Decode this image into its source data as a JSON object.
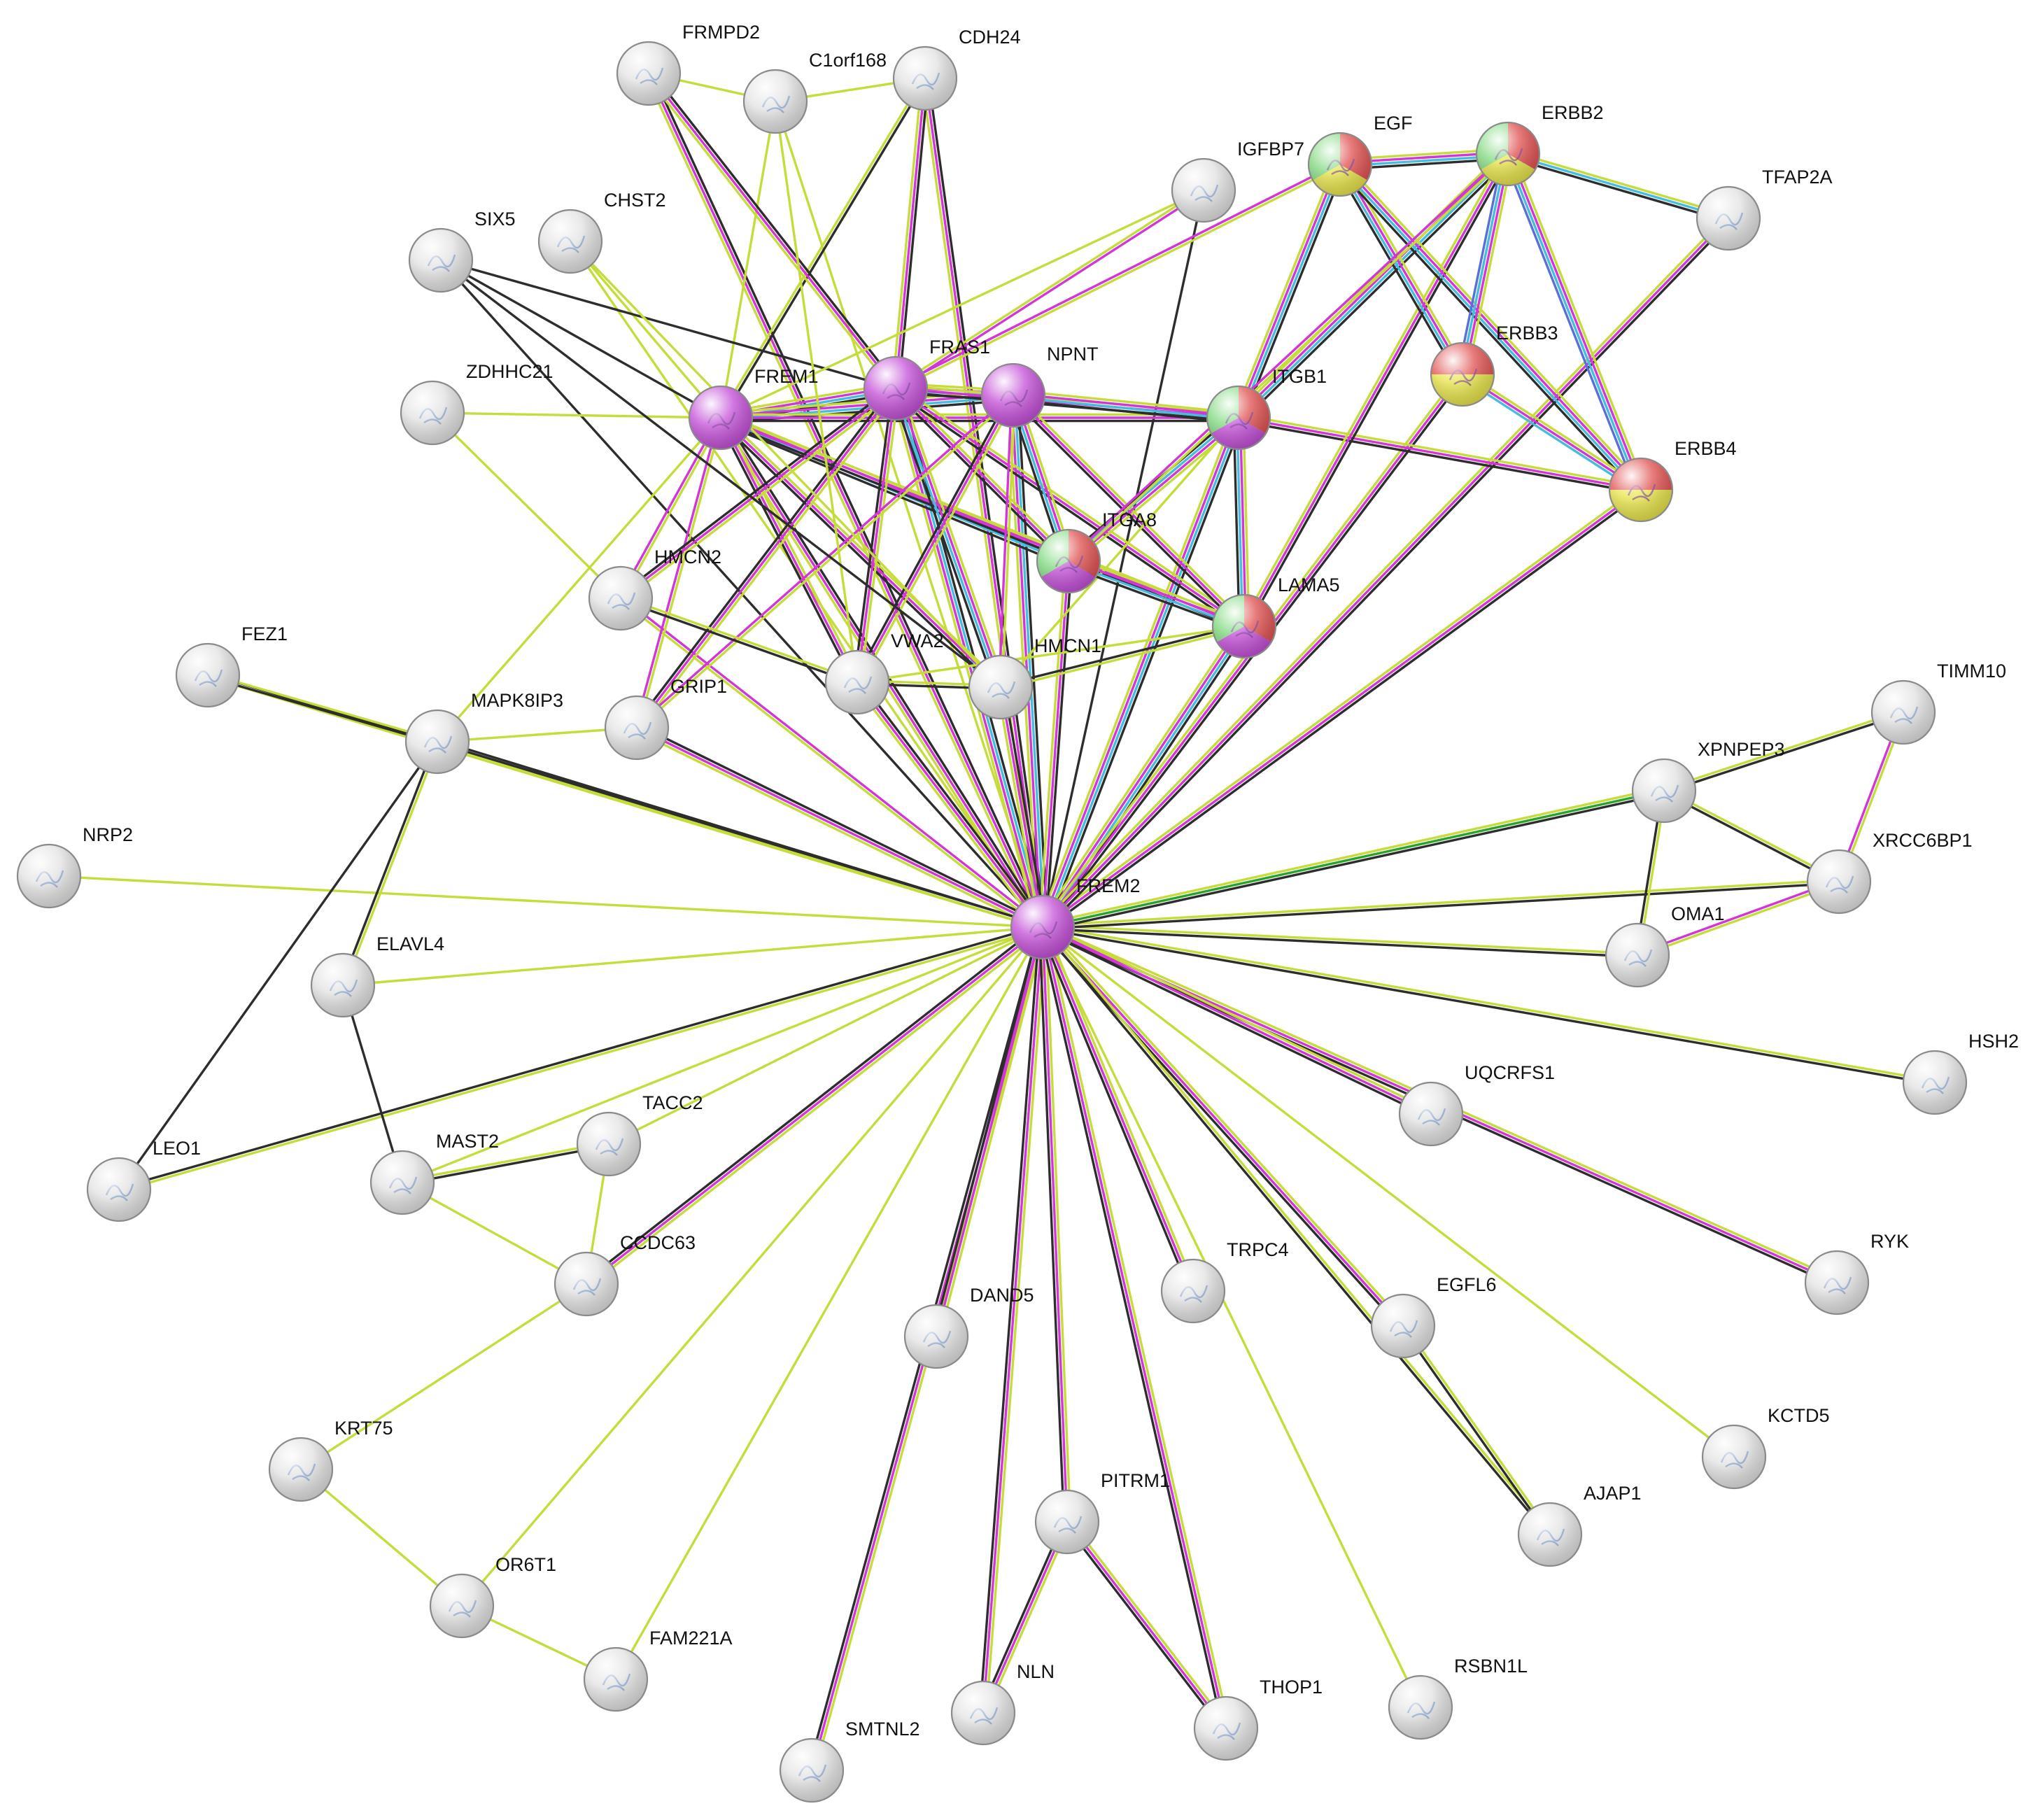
{
  "colors": {
    "textmining": "#c6dc3a",
    "coexpression": "#2d2d2d",
    "experiments": "#d236d6",
    "databases": "#44bde0",
    "cooccurrence": "#5a6fd8",
    "neighborhood": "#2aa32a",
    "node_gray": "#e2e2e2",
    "node_magenta": "#c44fd8",
    "node_red": "#e05050",
    "node_yellow": "#e8e44a",
    "node_green": "#7ed87e"
  },
  "nodes": [
    {
      "id": "FREM2",
      "label": "FREM2",
      "color": "node_magenta"
    },
    {
      "id": "FREM1",
      "label": "FREM1",
      "color": "node_magenta"
    },
    {
      "id": "FRAS1",
      "label": "FRAS1",
      "color": "node_magenta"
    },
    {
      "id": "NPNT",
      "label": "NPNT",
      "color": "node_magenta"
    },
    {
      "id": "ITGB1",
      "label": "ITGB1",
      "pie": [
        "node_red",
        "node_magenta",
        "node_green"
      ]
    },
    {
      "id": "ITGA8",
      "label": "ITGA8",
      "pie": [
        "node_red",
        "node_magenta",
        "node_green"
      ]
    },
    {
      "id": "LAMA5",
      "label": "LAMA5",
      "pie": [
        "node_red",
        "node_magenta",
        "node_green"
      ]
    },
    {
      "id": "EGF",
      "label": "EGF",
      "pie": [
        "node_red",
        "node_yellow",
        "node_green"
      ]
    },
    {
      "id": "ERBB2",
      "label": "ERBB2",
      "pie": [
        "node_red",
        "node_yellow",
        "node_green"
      ]
    },
    {
      "id": "ERBB3",
      "label": "ERBB3",
      "pie": [
        "node_red",
        "node_yellow"
      ]
    },
    {
      "id": "ERBB4",
      "label": "ERBB4",
      "pie": [
        "node_red",
        "node_yellow"
      ]
    },
    {
      "id": "FRMPD2",
      "label": "FRMPD2",
      "color": "node_gray"
    },
    {
      "id": "C1orf168",
      "label": "C1orf168",
      "color": "node_gray"
    },
    {
      "id": "CDH24",
      "label": "CDH24",
      "color": "node_gray"
    },
    {
      "id": "IGFBP7",
      "label": "IGFBP7",
      "color": "node_gray"
    },
    {
      "id": "TFAP2A",
      "label": "TFAP2A",
      "color": "node_gray"
    },
    {
      "id": "SIX5",
      "label": "SIX5",
      "color": "node_gray"
    },
    {
      "id": "CHST2",
      "label": "CHST2",
      "color": "node_gray"
    },
    {
      "id": "ZDHHC21",
      "label": "ZDHHC21",
      "color": "node_gray"
    },
    {
      "id": "HMCN2",
      "label": "HMCN2",
      "color": "node_gray"
    },
    {
      "id": "FEZ1",
      "label": "FEZ1",
      "color": "node_gray"
    },
    {
      "id": "MAPK8IP3",
      "label": "MAPK8IP3",
      "color": "node_gray"
    },
    {
      "id": "GRIP1",
      "label": "GRIP1",
      "color": "node_gray"
    },
    {
      "id": "VWA2",
      "label": "VWA2",
      "color": "node_gray"
    },
    {
      "id": "HMCN1",
      "label": "HMCN1",
      "color": "node_gray"
    },
    {
      "id": "TIMM10",
      "label": "TIMM10",
      "color": "node_gray"
    },
    {
      "id": "XPNPEP3",
      "label": "XPNPEP3",
      "color": "node_gray"
    },
    {
      "id": "XRCC6BP1",
      "label": "XRCC6BP1",
      "color": "node_gray"
    },
    {
      "id": "OMA1",
      "label": "OMA1",
      "color": "node_gray"
    },
    {
      "id": "NRP2",
      "label": "NRP2",
      "color": "node_gray"
    },
    {
      "id": "ELAVL4",
      "label": "ELAVL4",
      "color": "node_gray"
    },
    {
      "id": "HSH2",
      "label": "HSH2",
      "color": "node_gray"
    },
    {
      "id": "UQCRFS1",
      "label": "UQCRFS1",
      "color": "node_gray"
    },
    {
      "id": "LEO1",
      "label": "LEO1",
      "color": "node_gray"
    },
    {
      "id": "MAST2",
      "label": "MAST2",
      "color": "node_gray"
    },
    {
      "id": "TACC2",
      "label": "TACC2",
      "color": "node_gray"
    },
    {
      "id": "CCDC63",
      "label": "CCDC63",
      "color": "node_gray"
    },
    {
      "id": "RYK",
      "label": "RYK",
      "color": "node_gray"
    },
    {
      "id": "TRPC4",
      "label": "TRPC4",
      "color": "node_gray"
    },
    {
      "id": "EGFL6",
      "label": "EGFL6",
      "color": "node_gray"
    },
    {
      "id": "DAND5",
      "label": "DAND5",
      "color": "node_gray"
    },
    {
      "id": "KCTD5",
      "label": "KCTD5",
      "color": "node_gray"
    },
    {
      "id": "KRT75",
      "label": "KRT75",
      "color": "node_gray"
    },
    {
      "id": "PITRM1",
      "label": "PITRM1",
      "color": "node_gray"
    },
    {
      "id": "AJAP1",
      "label": "AJAP1",
      "color": "node_gray"
    },
    {
      "id": "OR6T1",
      "label": "OR6T1",
      "color": "node_gray"
    },
    {
      "id": "FAM221A",
      "label": "FAM221A",
      "color": "node_gray"
    },
    {
      "id": "NLN",
      "label": "NLN",
      "color": "node_gray"
    },
    {
      "id": "THOP1",
      "label": "THOP1",
      "color": "node_gray"
    },
    {
      "id": "RSBN1L",
      "label": "RSBN1L",
      "color": "node_gray"
    },
    {
      "id": "SMTNL2",
      "label": "SMTNL2",
      "color": "node_gray"
    }
  ],
  "edges": [
    [
      "FREM2",
      "FRMPD2",
      [
        "textmining",
        "experiments",
        "coexpression"
      ]
    ],
    [
      "FREM2",
      "C1orf168",
      [
        "textmining"
      ]
    ],
    [
      "FREM2",
      "CDH24",
      [
        "textmining",
        "experiments",
        "coexpression"
      ]
    ],
    [
      "FREM2",
      "IGFBP7",
      [
        "coexpression"
      ]
    ],
    [
      "FREM2",
      "SIX5",
      [
        "coexpression"
      ]
    ],
    [
      "FREM2",
      "CHST2",
      [
        "textmining"
      ]
    ],
    [
      "FREM2",
      "FREM1",
      [
        "textmining",
        "experiments",
        "coexpression"
      ]
    ],
    [
      "FREM2",
      "FRAS1",
      [
        "textmining",
        "experiments",
        "databases",
        "coexpression"
      ]
    ],
    [
      "FREM2",
      "NPNT",
      [
        "textmining",
        "experiments",
        "databases",
        "coexpression"
      ]
    ],
    [
      "FREM2",
      "ITGB1",
      [
        "textmining",
        "experiments",
        "databases",
        "coexpression"
      ]
    ],
    [
      "FREM2",
      "ITGA8",
      [
        "textmining",
        "experiments",
        "coexpression"
      ]
    ],
    [
      "FREM2",
      "LAMA5",
      [
        "textmining",
        "experiments",
        "databases",
        "coexpression"
      ]
    ],
    [
      "FREM2",
      "ERBB3",
      [
        "textmining",
        "experiments",
        "coexpression"
      ]
    ],
    [
      "FREM2",
      "ERBB4",
      [
        "textmining",
        "experiments",
        "coexpression"
      ]
    ],
    [
      "FREM2",
      "TFAP2A",
      [
        "textmining",
        "experiments",
        "coexpression"
      ]
    ],
    [
      "FREM2",
      "HMCN2",
      [
        "textmining",
        "experiments"
      ]
    ],
    [
      "FREM2",
      "HMCN1",
      [
        "textmining",
        "experiments",
        "coexpression"
      ]
    ],
    [
      "FREM2",
      "VWA2",
      [
        "textmining",
        "experiments",
        "coexpression"
      ]
    ],
    [
      "FREM2",
      "GRIP1",
      [
        "textmining",
        "experiments",
        "coexpression"
      ]
    ],
    [
      "FREM2",
      "MAPK8IP3",
      [
        "textmining",
        "coexpression"
      ]
    ],
    [
      "FREM2",
      "FEZ1",
      [
        "textmining",
        "coexpression"
      ]
    ],
    [
      "FREM2",
      "NRP2",
      [
        "textmining"
      ]
    ],
    [
      "FREM2",
      "ELAVL4",
      [
        "textmining"
      ]
    ],
    [
      "FREM2",
      "LEO1",
      [
        "textmining",
        "coexpression"
      ]
    ],
    [
      "FREM2",
      "MAST2",
      [
        "textmining"
      ]
    ],
    [
      "FREM2",
      "TACC2",
      [
        "textmining"
      ]
    ],
    [
      "FREM2",
      "CCDC63",
      [
        "textmining",
        "experiments",
        "coexpression"
      ]
    ],
    [
      "FREM2",
      "OR6T1",
      [
        "textmining"
      ]
    ],
    [
      "FREM2",
      "FAM221A",
      [
        "textmining"
      ]
    ],
    [
      "FREM2",
      "SMTNL2",
      [
        "textmining",
        "experiments",
        "coexpression"
      ]
    ],
    [
      "FREM2",
      "DAND5",
      [
        "textmining",
        "experiments",
        "coexpression"
      ]
    ],
    [
      "FREM2",
      "NLN",
      [
        "textmining",
        "experiments",
        "coexpression"
      ]
    ],
    [
      "FREM2",
      "PITRM1",
      [
        "textmining",
        "experiments",
        "coexpression"
      ]
    ],
    [
      "FREM2",
      "THOP1",
      [
        "textmining",
        "experiments",
        "coexpression"
      ]
    ],
    [
      "FREM2",
      "TRPC4",
      [
        "textmining",
        "experiments",
        "coexpression"
      ]
    ],
    [
      "FREM2",
      "RSBN1L",
      [
        "textmining"
      ]
    ],
    [
      "FREM2",
      "EGFL6",
      [
        "textmining",
        "experiments",
        "coexpression"
      ]
    ],
    [
      "FREM2",
      "AJAP1",
      [
        "textmining",
        "coexpression"
      ]
    ],
    [
      "FREM2",
      "KCTD5",
      [
        "textmining"
      ]
    ],
    [
      "FREM2",
      "RYK",
      [
        "textmining",
        "experiments",
        "coexpression"
      ]
    ],
    [
      "FREM2",
      "UQCRFS1",
      [
        "textmining",
        "experiments",
        "coexpression"
      ]
    ],
    [
      "FREM2",
      "HSH2",
      [
        "textmining",
        "coexpression"
      ]
    ],
    [
      "FREM2",
      "OMA1",
      [
        "textmining",
        "coexpression"
      ]
    ],
    [
      "FREM2",
      "XRCC6BP1",
      [
        "textmining",
        "coexpression"
      ]
    ],
    [
      "FREM2",
      "XPNPEP3",
      [
        "textmining",
        "neighborhood",
        "coexpression"
      ]
    ],
    [
      "FREM1",
      "FRAS1",
      [
        "textmining",
        "experiments",
        "databases",
        "coexpression"
      ]
    ],
    [
      "FREM1",
      "NPNT",
      [
        "textmining",
        "experiments",
        "databases",
        "coexpression"
      ]
    ],
    [
      "FREM1",
      "ITGB1",
      [
        "textmining",
        "experiments",
        "coexpression"
      ]
    ],
    [
      "FREM1",
      "ITGA8",
      [
        "textmining",
        "experiments",
        "databases",
        "coexpression"
      ]
    ],
    [
      "FREM1",
      "LAMA5",
      [
        "textmining",
        "experiments",
        "coexpression"
      ]
    ],
    [
      "FREM1",
      "CDH24",
      [
        "textmining",
        "coexpression"
      ]
    ],
    [
      "FREM1",
      "C1orf168",
      [
        "textmining"
      ]
    ],
    [
      "FREM1",
      "SIX5",
      [
        "coexpression"
      ]
    ],
    [
      "FREM1",
      "CHST2",
      [
        "textmining"
      ]
    ],
    [
      "FREM1",
      "ZDHHC21",
      [
        "textmining"
      ]
    ],
    [
      "FREM1",
      "HMCN2",
      [
        "textmining",
        "experiments"
      ]
    ],
    [
      "FREM1",
      "HMCN1",
      [
        "textmining",
        "experiments",
        "coexpression"
      ]
    ],
    [
      "FREM1",
      "VWA2",
      [
        "textmining",
        "experiments",
        "coexpression"
      ]
    ],
    [
      "FREM1",
      "GRIP1",
      [
        "textmining",
        "experiments"
      ]
    ],
    [
      "FREM1",
      "MAPK8IP3",
      [
        "textmining"
      ]
    ],
    [
      "FRAS1",
      "NPNT",
      [
        "textmining",
        "experiments",
        "databases",
        "coexpression"
      ]
    ],
    [
      "FRAS1",
      "ITGB1",
      [
        "textmining",
        "experiments",
        "coexpression"
      ]
    ],
    [
      "FRAS1",
      "ITGA8",
      [
        "textmining",
        "experiments",
        "coexpression"
      ]
    ],
    [
      "FRAS1",
      "LAMA5",
      [
        "textmining",
        "experiments",
        "coexpression"
      ]
    ],
    [
      "FRAS1",
      "CDH24",
      [
        "textmining",
        "experiments",
        "coexpression"
      ]
    ],
    [
      "FRAS1",
      "FRMPD2",
      [
        "textmining",
        "experiments",
        "coexpression"
      ]
    ],
    [
      "FRAS1",
      "IGFBP7",
      [
        "textmining",
        "experiments"
      ]
    ],
    [
      "FRAS1",
      "SIX5",
      [
        "coexpression"
      ]
    ],
    [
      "FRAS1",
      "HMCN2",
      [
        "textmining",
        "experiments",
        "coexpression"
      ]
    ],
    [
      "FRAS1",
      "HMCN1",
      [
        "textmining",
        "experiments",
        "databases",
        "coexpression"
      ]
    ],
    [
      "FRAS1",
      "VWA2",
      [
        "textmining",
        "experiments",
        "coexpression"
      ]
    ],
    [
      "FRAS1",
      "GRIP1",
      [
        "textmining",
        "experiments",
        "coexpression"
      ]
    ],
    [
      "NPNT",
      "ITGB1",
      [
        "textmining",
        "experiments",
        "databases",
        "coexpression"
      ]
    ],
    [
      "NPNT",
      "ITGA8",
      [
        "textmining",
        "experiments",
        "databases",
        "coexpression"
      ]
    ],
    [
      "NPNT",
      "LAMA5",
      [
        "textmining",
        "experiments",
        "coexpression"
      ]
    ],
    [
      "NPNT",
      "VWA2",
      [
        "textmining",
        "experiments",
        "coexpression"
      ]
    ],
    [
      "NPNT",
      "HMCN1",
      [
        "textmining",
        "experiments"
      ]
    ],
    [
      "NPNT",
      "GRIP1",
      [
        "textmining",
        "experiments"
      ]
    ],
    [
      "ITGB1",
      "ITGA8",
      [
        "textmining",
        "experiments",
        "databases",
        "coexpression"
      ]
    ],
    [
      "ITGB1",
      "LAMA5",
      [
        "textmining",
        "experiments",
        "databases",
        "coexpression"
      ]
    ],
    [
      "ITGB1",
      "EGF",
      [
        "textmining",
        "experiments",
        "databases",
        "coexpression"
      ]
    ],
    [
      "ITGB1",
      "ERBB2",
      [
        "textmining",
        "experiments",
        "databases",
        "coexpression"
      ]
    ],
    [
      "ITGB1",
      "ERBB4",
      [
        "textmining",
        "experiments",
        "coexpression"
      ]
    ],
    [
      "ITGB1",
      "HMCN1",
      [
        "textmining"
      ]
    ],
    [
      "ITGA8",
      "LAMA5",
      [
        "textmining",
        "experiments",
        "databases",
        "coexpression"
      ]
    ],
    [
      "LAMA5",
      "ERBB2",
      [
        "textmining",
        "experiments",
        "coexpression"
      ]
    ],
    [
      "LAMA5",
      "HMCN1",
      [
        "textmining",
        "coexpression"
      ]
    ],
    [
      "EGF",
      "ERBB2",
      [
        "textmining",
        "experiments",
        "databases",
        "coexpression"
      ]
    ],
    [
      "EGF",
      "ERBB3",
      [
        "textmining",
        "experiments",
        "databases",
        "coexpression"
      ]
    ],
    [
      "EGF",
      "ERBB4",
      [
        "textmining",
        "experiments",
        "databases",
        "coexpression"
      ]
    ],
    [
      "ERBB2",
      "ERBB3",
      [
        "textmining",
        "experiments",
        "databases",
        "cooccurrence"
      ]
    ],
    [
      "ERBB2",
      "ERBB4",
      [
        "textmining",
        "experiments",
        "databases",
        "cooccurrence"
      ]
    ],
    [
      "ERBB2",
      "TFAP2A",
      [
        "textmining",
        "databases",
        "coexpression"
      ]
    ],
    [
      "ERBB2",
      "ITGA8",
      [
        "textmining",
        "experiments"
      ]
    ],
    [
      "ERBB3",
      "ERBB4",
      [
        "textmining",
        "experiments",
        "databases"
      ]
    ],
    [
      "IGFBP7",
      "FREM1",
      [
        "textmining"
      ]
    ],
    [
      "EGF",
      "FRAS1",
      [
        "textmining",
        "experiments"
      ]
    ],
    [
      "C1orf168",
      "CDH24",
      [
        "textmining"
      ]
    ],
    [
      "C1orf168",
      "FRMPD2",
      [
        "textmining"
      ]
    ],
    [
      "C1orf168",
      "VWA2",
      [
        "textmining"
      ]
    ],
    [
      "ZDHHC21",
      "HMCN2",
      [
        "textmining"
      ]
    ],
    [
      "SIX5",
      "HMCN1",
      [
        "coexpression"
      ]
    ],
    [
      "CHST2",
      "HMCN1",
      [
        "textmining"
      ]
    ],
    [
      "HMCN2",
      "VWA2",
      [
        "textmining",
        "coexpression"
      ]
    ],
    [
      "VWA2",
      "HMCN1",
      [
        "textmining",
        "coexpression"
      ]
    ],
    [
      "VWA2",
      "LAMA5",
      [
        "textmining"
      ]
    ],
    [
      "FEZ1",
      "MAPK8IP3",
      [
        "textmining",
        "coexpression"
      ]
    ],
    [
      "MAPK8IP3",
      "GRIP1",
      [
        "textmining"
      ]
    ],
    [
      "MAPK8IP3",
      "ELAVL4",
      [
        "textmining",
        "coexpression"
      ]
    ],
    [
      "ELAVL4",
      "MAST2",
      [
        "coexpression"
      ]
    ],
    [
      "MAST2",
      "TACC2",
      [
        "textmining",
        "coexpression"
      ]
    ],
    [
      "MAST2",
      "CCDC63",
      [
        "textmining"
      ]
    ],
    [
      "TACC2",
      "CCDC63",
      [
        "textmining"
      ]
    ],
    [
      "CCDC63",
      "KRT75",
      [
        "textmining"
      ]
    ],
    [
      "KRT75",
      "OR6T1",
      [
        "textmining"
      ]
    ],
    [
      "OR6T1",
      "FAM221A",
      [
        "textmining"
      ]
    ],
    [
      "PITRM1",
      "NLN",
      [
        "textmining",
        "experiments",
        "coexpression"
      ]
    ],
    [
      "PITRM1",
      "THOP1",
      [
        "textmining",
        "experiments",
        "coexpression"
      ]
    ],
    [
      "EGFL6",
      "AJAP1",
      [
        "textmining",
        "coexpression"
      ]
    ],
    [
      "XPNPEP3",
      "TIMM10",
      [
        "textmining",
        "coexpression"
      ]
    ],
    [
      "XPNPEP3",
      "XRCC6BP1",
      [
        "textmining",
        "coexpression"
      ]
    ],
    [
      "XPNPEP3",
      "OMA1",
      [
        "textmining",
        "coexpression"
      ]
    ],
    [
      "TIMM10",
      "XRCC6BP1",
      [
        "textmining",
        "experiments"
      ]
    ],
    [
      "XRCC6BP1",
      "OMA1",
      [
        "textmining",
        "experiments"
      ]
    ],
    [
      "LEO1",
      "MAPK8IP3",
      []
    ]
  ]
}
